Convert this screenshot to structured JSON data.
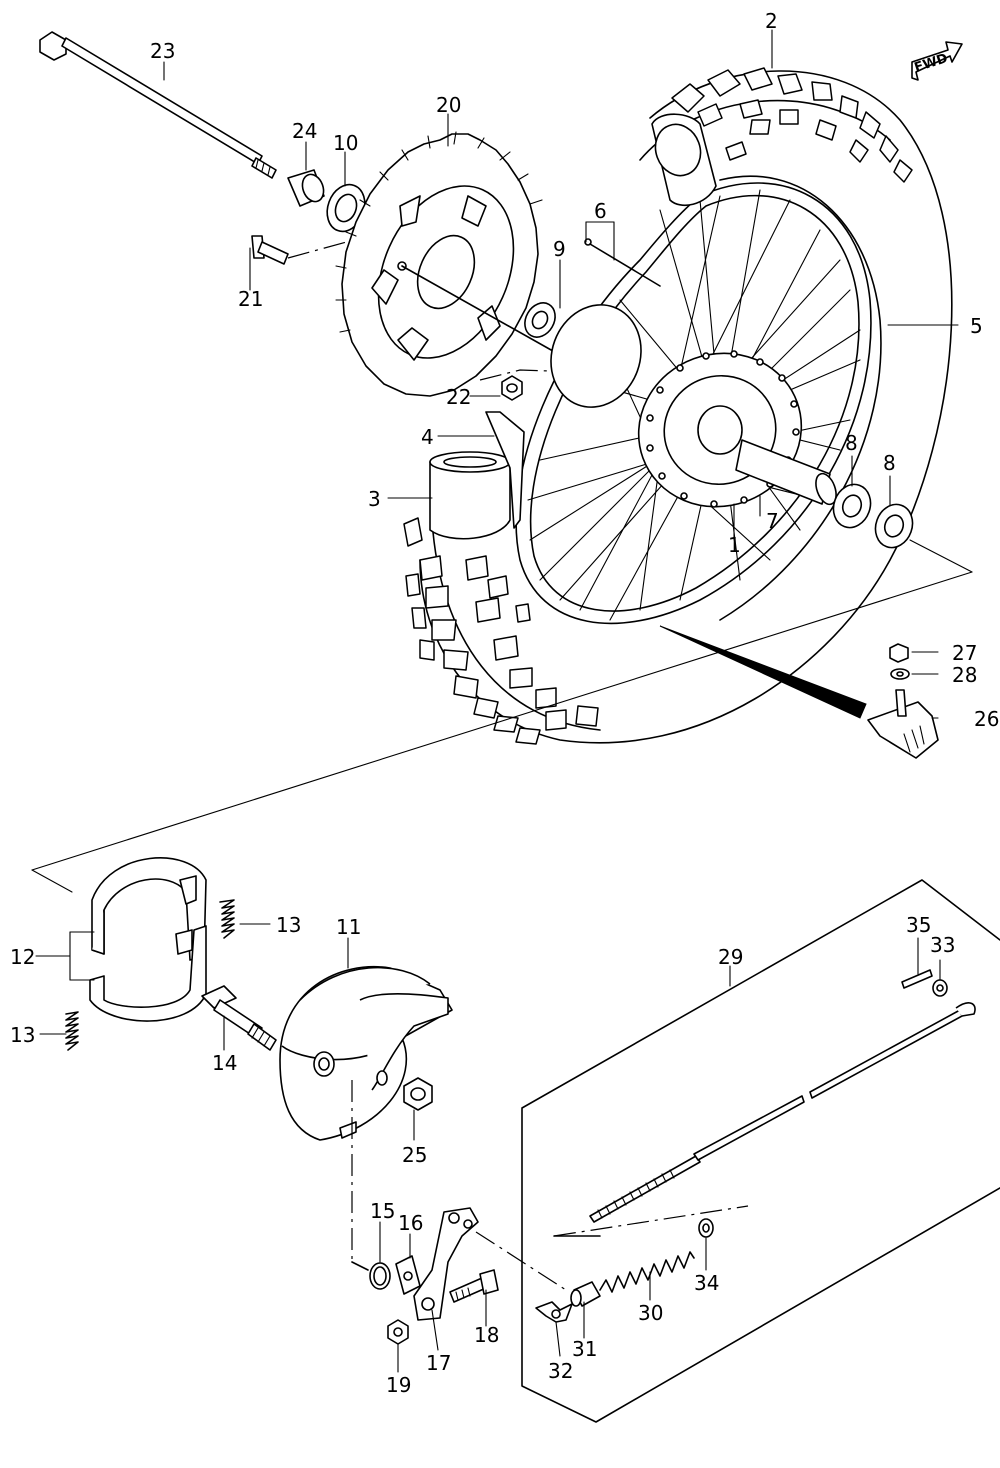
{
  "direction_badge": "FWD",
  "callouts": {
    "c1": "1",
    "c2": "2",
    "c3": "3",
    "c4": "4",
    "c5": "5",
    "c6": "6",
    "c7": "7",
    "c8a": "8",
    "c8b": "8",
    "c9": "9",
    "c10": "10",
    "c11": "11",
    "c12": "12",
    "c13a": "13",
    "c13b": "13",
    "c14": "14",
    "c15": "15",
    "c16": "16",
    "c17": "17",
    "c18": "18",
    "c19": "19",
    "c20": "20",
    "c21": "21",
    "c22": "22",
    "c23": "23",
    "c24": "24",
    "c25": "25",
    "c26": "26",
    "c27": "27",
    "c28": "28",
    "c29": "29",
    "c30": "30",
    "c31": "31",
    "c32": "32",
    "c33": "33",
    "c34": "34",
    "c35": "35"
  }
}
